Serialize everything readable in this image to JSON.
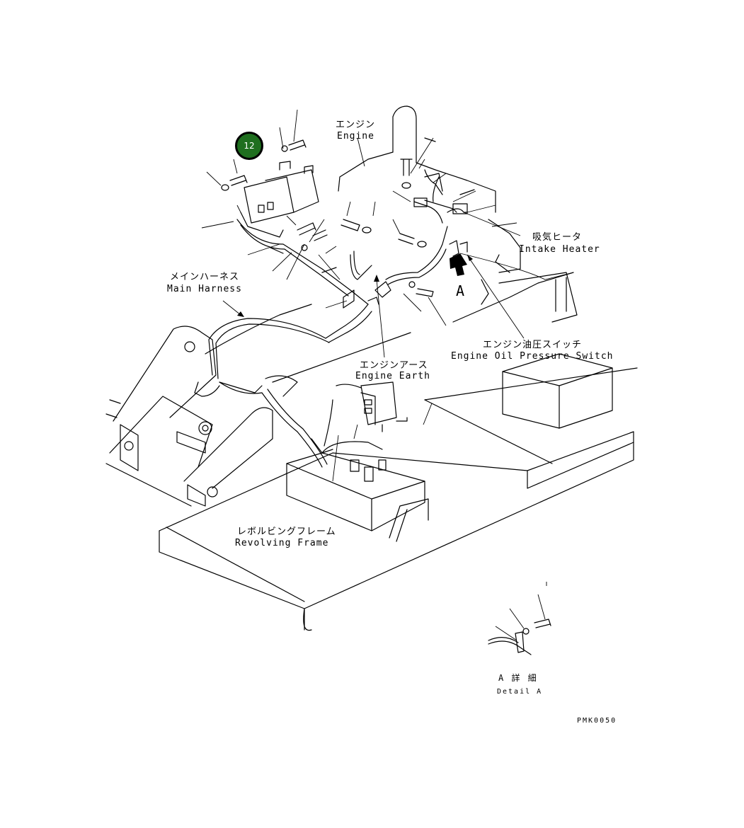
{
  "callout": {
    "number": "12"
  },
  "labels": {
    "engine_jp": "エンジン",
    "engine_en": "Engine",
    "intake_heater_jp": "吸気ヒータ",
    "intake_heater_en": "Intake Heater",
    "main_harness_jp": "メインハーネス",
    "main_harness_en": "Main Harness",
    "oil_pressure_switch_jp": "エンジン油圧スイッチ",
    "oil_pressure_switch_en": "Engine Oil Pressure Switch",
    "engine_earth_jp": "エンジンアース",
    "engine_earth_en": "Engine Earth",
    "revolving_frame_jp": "レボルビングフレーム",
    "revolving_frame_en": "Revolving Frame",
    "view_letter": "A",
    "detail_jp": "A 詳 細",
    "detail_en": "Detail A",
    "drawing_code": "PMK0050"
  }
}
